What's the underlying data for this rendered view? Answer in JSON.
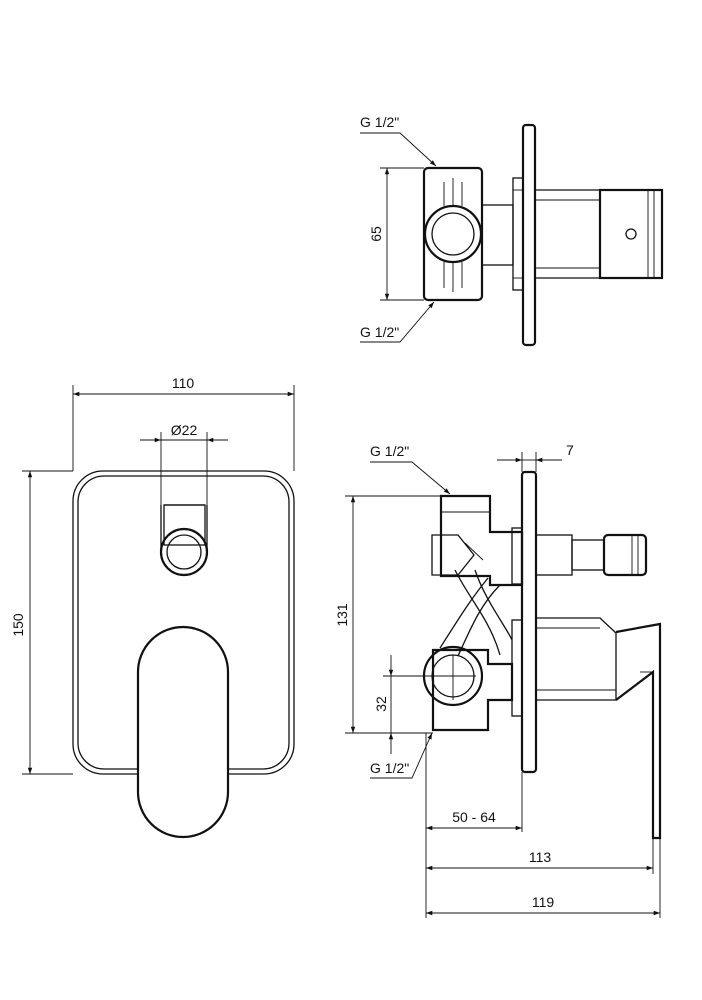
{
  "dimensions": {
    "top_view": {
      "inlet_top": "G 1/2\"",
      "inlet_bottom": "G 1/2\"",
      "height": "65"
    },
    "front_view": {
      "width": "110",
      "diameter": "Ø22",
      "height": "150"
    },
    "side_view": {
      "inlet_top": "G 1/2\"",
      "plate_thickness": "7",
      "height": "131",
      "outlet_offset": "32",
      "inlet_bottom": "G 1/2\"",
      "depth_range": "50 - 64",
      "depth_handle": "113",
      "depth_total": "119"
    }
  }
}
